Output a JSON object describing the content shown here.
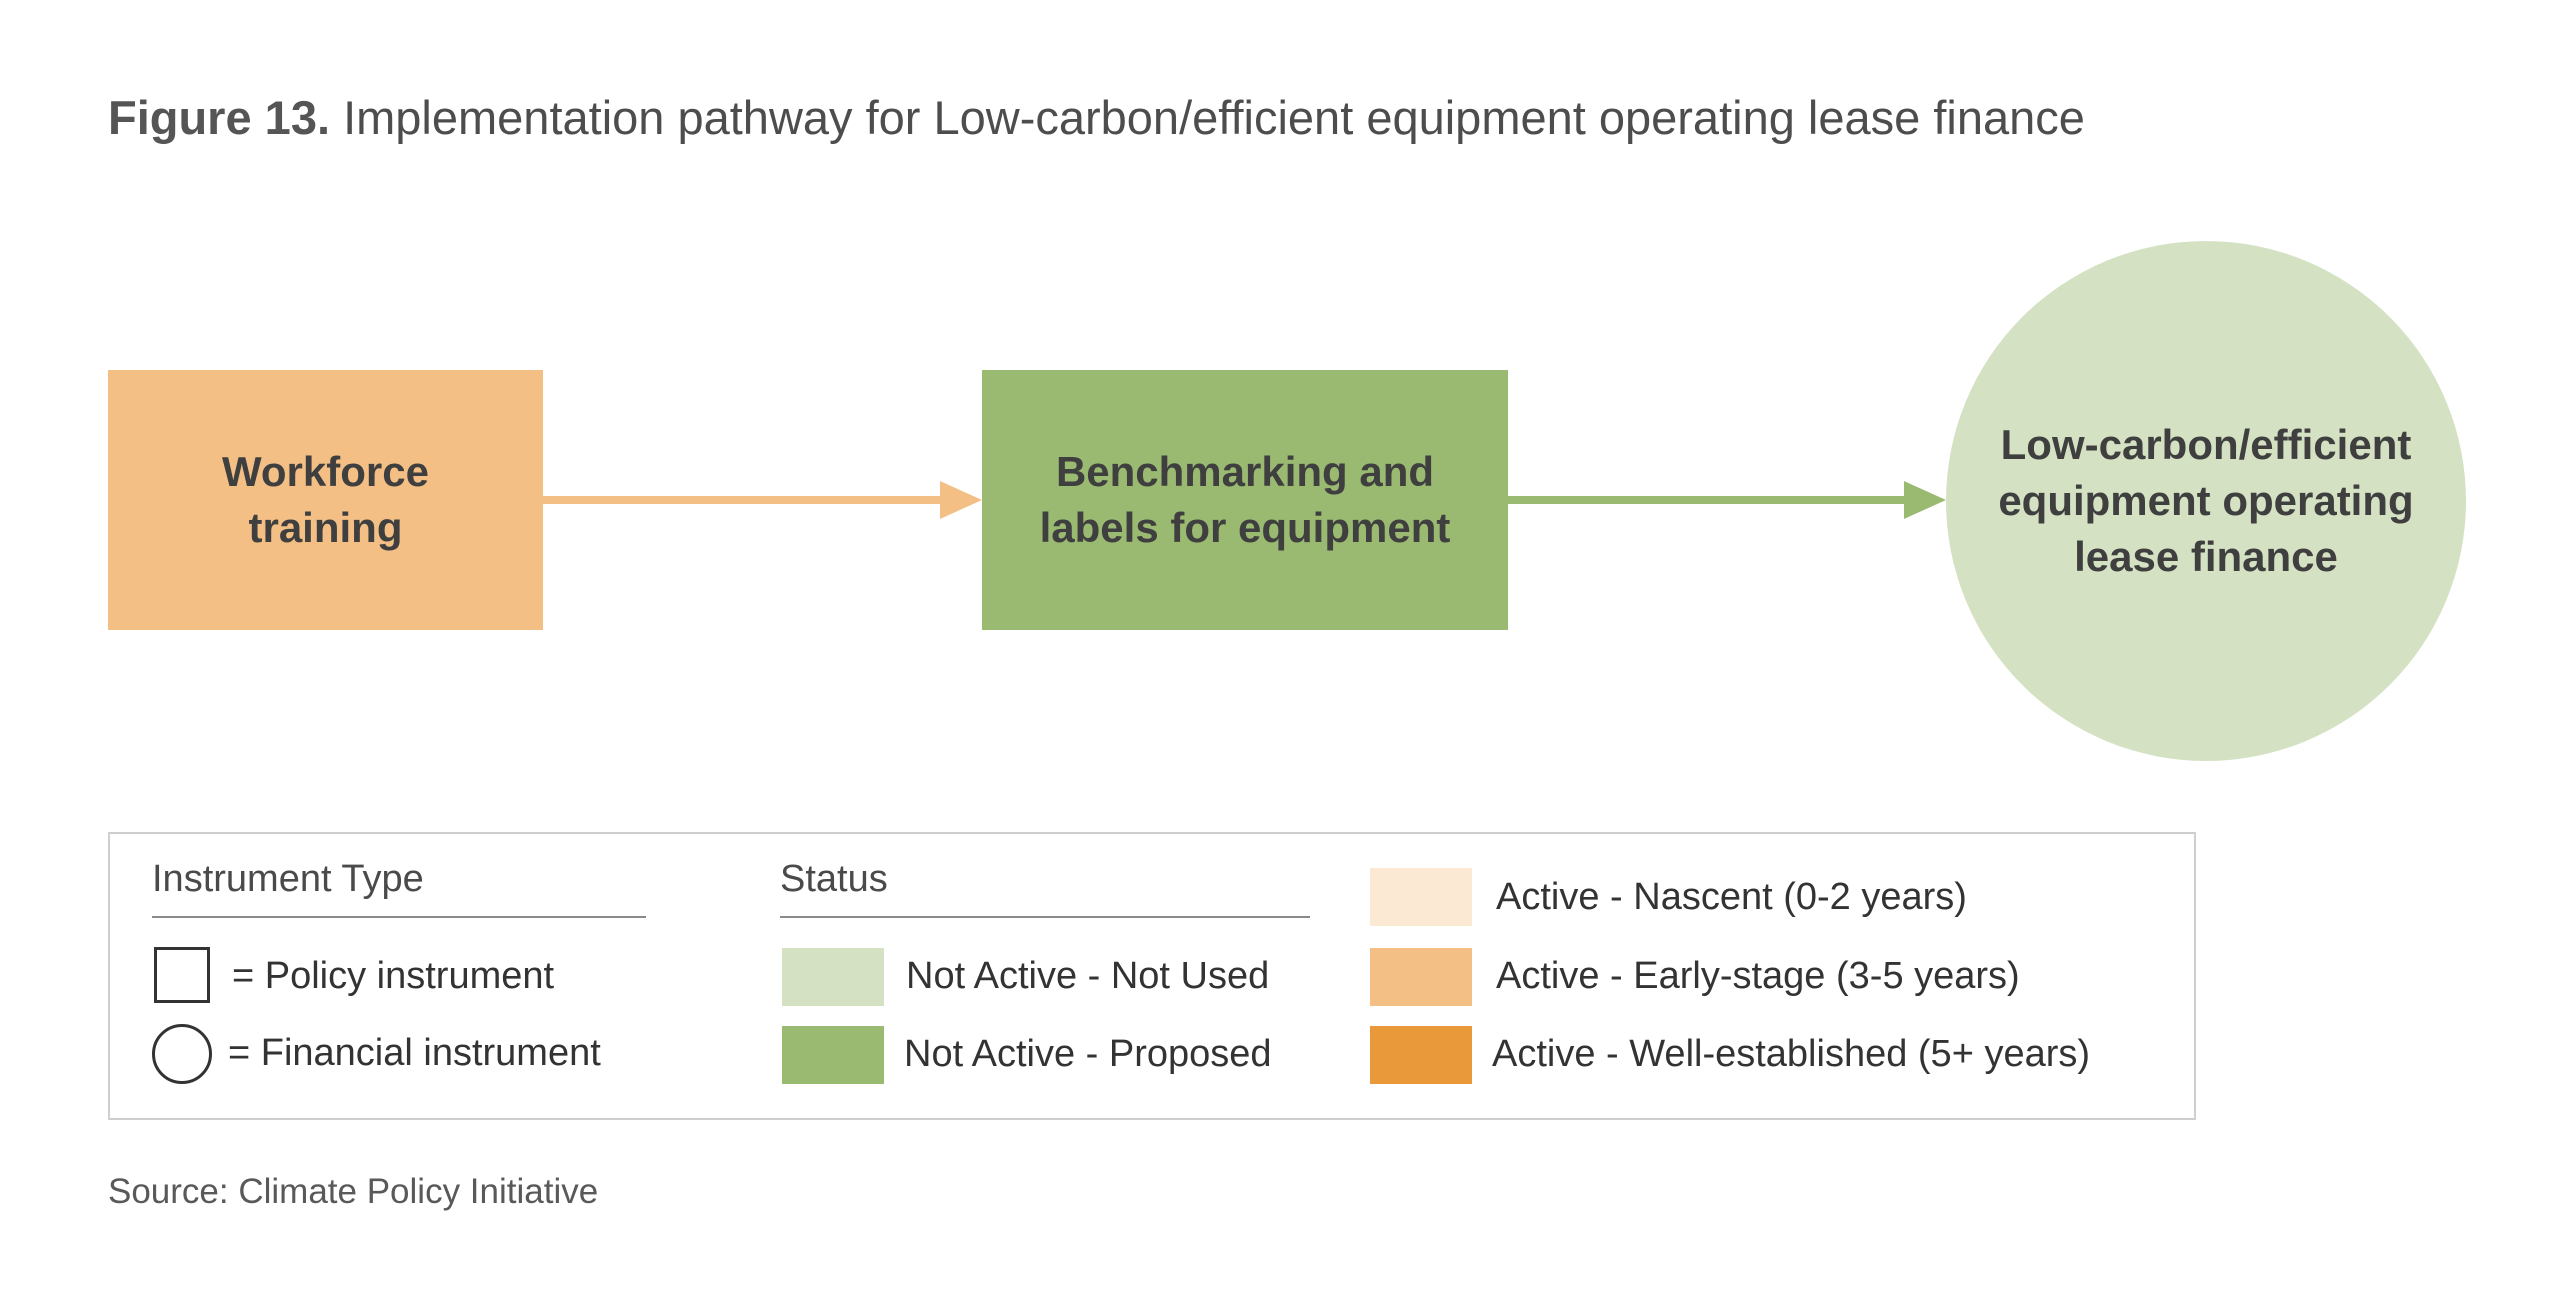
{
  "title": {
    "prefix": "Figure 13.",
    "text": "Implementation pathway for Low-carbon/efficient equipment operating lease finance"
  },
  "nodes": {
    "workforce": {
      "lines": [
        "Workforce",
        "training"
      ],
      "color": "#f3bf84"
    },
    "benchmarking": {
      "lines": [
        "Benchmarking and",
        "labels for equipment"
      ],
      "color": "#9aba72"
    },
    "target": {
      "lines": [
        "Low-carbon/efficient",
        "equipment operating",
        "lease finance"
      ],
      "color": "#d4e2c3"
    }
  },
  "edges": [
    {
      "from": "workforce",
      "to": "benchmarking",
      "color": "#f3bf84"
    },
    {
      "from": "benchmarking",
      "to": "target",
      "color": "#9aba72"
    }
  ],
  "legend": {
    "instrument_heading": "Instrument Type",
    "policy_label": "= Policy instrument",
    "financial_label": "= Financial instrument",
    "status_heading": "Status",
    "statuses": [
      {
        "label": "Not Active - Not Used",
        "color": "#d4e2c3"
      },
      {
        "label": "Not Active - Proposed",
        "color": "#9aba72"
      },
      {
        "label": "Active - Nascent (0-2 years)",
        "color": "#fbe9d3"
      },
      {
        "label": "Active - Early-stage (3-5 years)",
        "color": "#f3bf84"
      },
      {
        "label": "Active - Well-established (5+ years)",
        "color": "#e9983a"
      }
    ]
  },
  "source": "Source: Climate Policy Initiative"
}
